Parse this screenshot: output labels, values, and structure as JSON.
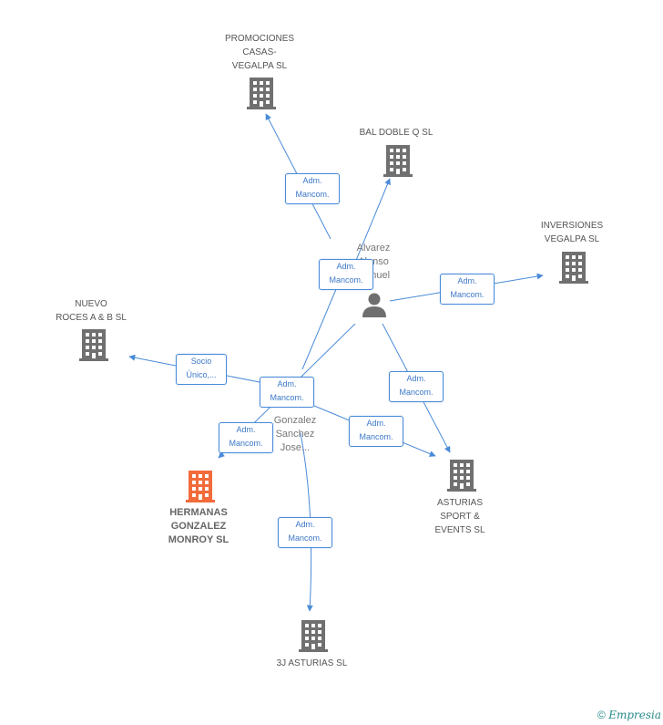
{
  "companies": {
    "promociones": "PROMOCIONES\nCASAS-\nVEGALPA SL",
    "bal": "BAL DOBLE Q SL",
    "inversiones": "INVERSIONES\nVEGALPA SL",
    "nuevo": "NUEVO\nROCES A & B SL",
    "hermanas": "HERMANAS\nGONZALEZ\nMONROY SL",
    "asturias_sport": "ASTURIAS\nSPORT &\nEVENTS SL",
    "tresj": "3J ASTURIAS SL"
  },
  "persons": {
    "alvarez": "Alvarez\nAlonso\nManuel",
    "gonzalez": "Gonzalez\nSanchez\nJose..."
  },
  "relations": {
    "r1": "Adm.\nMancom.",
    "r2": "Adm.\nMancom.",
    "r3": "Adm.\nMancom.",
    "r4": "Socio\nÚnico,...",
    "r5": "Adm.\nMancom.",
    "r6": "Adm.\nMancom.",
    "r7": "Adm.\nMancom.",
    "r8": "Adm.\nMancom.",
    "r9": "Adm.\nMancom."
  },
  "footer": {
    "copyright": "©",
    "brand": "Empresia"
  },
  "colors": {
    "edge": "#4a8bd8",
    "building": "#707070",
    "highlight": "#f26b3a",
    "person": "#6f6f6f"
  }
}
